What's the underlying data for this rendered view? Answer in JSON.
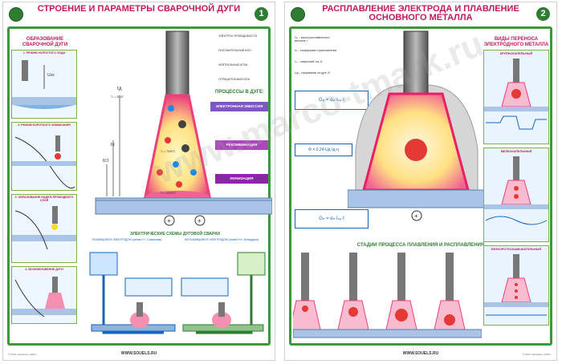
{
  "poster1": {
    "title": "СТРОЕНИЕ И ПАРАМЕТРЫ СВАРОЧНОЙ ДУГИ",
    "number": "1",
    "side_title": "ОБРАЗОВАНИЕ СВАРОЧНОЙ ДУГИ",
    "stages": [
      "1. РЕЖИМ ХОЛОСТОГО ХОДА",
      "2. РЕЖИМ КОРОТКОГО ЗАМЫКАНИЯ",
      "3. ОБРАЗОВАНИЕ НАДЕЖ ПРОВОДНОГО СЛОЯ",
      "4. ВОЗНИКНОВЕНИЕ ДУГИ"
    ],
    "legend": [
      "ЭЛЕКТРОН ПРОВОДИМОСТИ",
      "ПОЛОЖИТЕЛЬНЫЙ ИОН",
      "НЕЙТРАЛЬНЫЙ АТОМ",
      "ОТРИЦАТЕЛЬНЫЙ ИОН"
    ],
    "processes_title": "ПРОЦЕССЫ В ДУГЕ:",
    "processes": [
      "ЭЛЕКТРОННАЯ ЭМИССИЯ",
      "РЕКОМБИНАЦИЯ",
      "ИОНИЗАЦИЯ"
    ],
    "temps": [
      "Tₖ ≈ 3000°",
      "Tₐ ≈ 7000°С",
      "Tₙ ≈ 4000°С"
    ],
    "axes": [
      "ℓд",
      "ℓк",
      "ℓст"
    ],
    "schemes_title": "ЭЛЕКТРИЧЕСКИЕ СХЕМЫ ДУГОВОЙ СВАРКИ",
    "scheme_left": "ПЛАВЯЩИМСЯ ЭЛЕКТРОДОМ (схема Н.Г. Славянова)",
    "scheme_right": "НЕПЛАВЯЩИМСЯ ЭЛЕКТРОДОМ (схема Н.Н. Бенардоса)",
    "url": "WWW.SOUELS.RU"
  },
  "poster2": {
    "title": "РАСПЛАВЛЕНИЕ ЭЛЕКТРОДА И ПЛАВЛЕНИЕ ОСНОВНОГО МЕТАЛЛА",
    "number": "2",
    "side_title": "ВИДЫ ПЕРЕНОСА ЭЛЕКТРОДНОГО МЕТАЛЛА",
    "transfer_types": [
      "КРУПНОКАПЕЛЬНЫЙ",
      "МЕЛКОКАПЕЛЬНЫЙ",
      "БЕЗКОРОТКОЗАМЫКАТЕЛЬНЫЙ"
    ],
    "formulas": [
      "Gₚ = αₚ·Iₛₑ·t",
      "Φ = 0,24·Uд·Iд·η",
      "Gₙ = αₙ·Iₛₑ·t"
    ],
    "stages_title": "СТАДИИ ПРОЦЕССА ПЛАВЛЕНИЯ И РАСПЛАВЛЕНИЯ",
    "url": "WWW.SOUELS.RU"
  },
  "watermark": "www.marco-tmark.ru",
  "colors": {
    "frame": "#3a9a3a",
    "title": "#c2185b",
    "plasma": "#ffd54f",
    "base": "#a9c4e6"
  }
}
